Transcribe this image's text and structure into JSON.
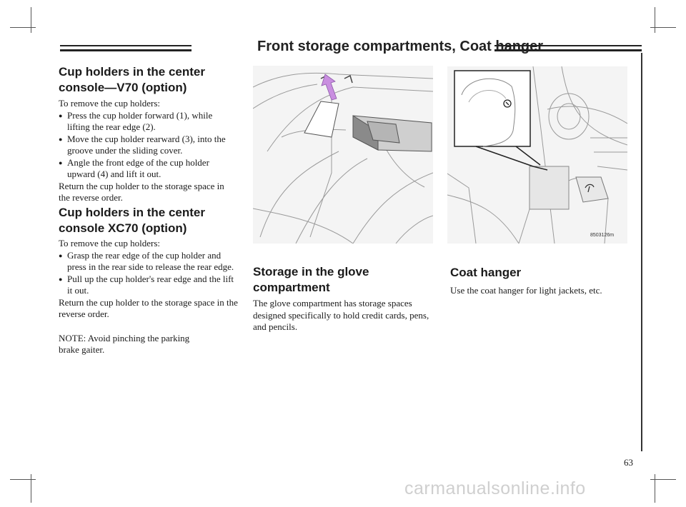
{
  "header": {
    "title": "Front storage compartments, Coat hanger"
  },
  "col1": {
    "sec1_title": "Cup holders in the center console—V70 (option)",
    "sec1_intro": "To remove the cup holders:",
    "sec1_bullets": [
      "Press the cup holder forward (1), while lifting the rear edge (2).",
      "Move the cup holder rearward (3), into the groove under the sliding cover.",
      "Angle the front edge of the cup holder upward (4) and lift it out."
    ],
    "sec1_outro": "Return the cup holder to the storage space in the reverse order.",
    "sec2_title": "Cup holders in the center console XC70 (option)",
    "sec2_intro": "To remove the cup holders:",
    "sec2_bullets": [
      "Grasp the rear edge of the cup holder and press in the rear side to release the rear edge.",
      "Pull up the cup holder's rear edge and the lift it out."
    ],
    "sec2_outro": "Return the cup holder to the storage space in the reverse order.",
    "note": "NOTE: Avoid pinching the parking brake gaiter."
  },
  "col2": {
    "title": "Storage in the glove compartment",
    "body": "The glove compartment has storage spaces designed specifically to hold credit cards, pens, and pencils."
  },
  "col3": {
    "title": "Coat hanger",
    "body": "Use the coat hanger for light jackets, etc.",
    "figure_code": "8503126m"
  },
  "page_number": "63",
  "watermark": "carmanualsonline.info",
  "colors": {
    "arrow": "#c98ee0",
    "rule": "#222222",
    "figure_bg": "#f4f4f4",
    "line_art": "#9a9a9a"
  }
}
